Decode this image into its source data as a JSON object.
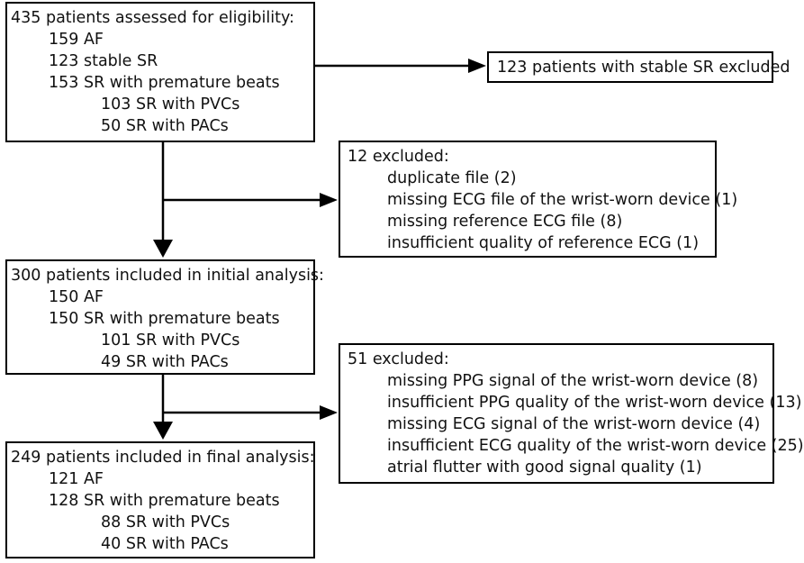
{
  "box1": {
    "title": "435 patients assessed for eligibility:",
    "lines": [
      {
        "text": "159 AF",
        "level": 1
      },
      {
        "text": "123 stable SR",
        "level": 1
      },
      {
        "text": "153 SR with premature beats",
        "level": 1
      },
      {
        "text": "103 SR with PVCs",
        "level": 2
      },
      {
        "text": "50 SR with PACs",
        "level": 2
      }
    ]
  },
  "box_excluded_sr": {
    "title": "123 patients with stable SR excluded"
  },
  "box_excl12": {
    "title": "12 excluded:",
    "lines": [
      "duplicate file (2)",
      "missing ECG file of the wrist-worn device (1)",
      "missing reference  ECG file (8)",
      "insufficient  quality of reference  ECG (1)"
    ]
  },
  "box2": {
    "title": "300 patients included in initial analysis:",
    "lines": [
      {
        "text": "150 AF",
        "level": 1
      },
      {
        "text": "150 SR with premature beats",
        "level": 1
      },
      {
        "text": "101 SR with PVCs",
        "level": 2
      },
      {
        "text": "49 SR with PACs",
        "level": 2
      }
    ]
  },
  "box_excl51": {
    "title": "51 excluded:",
    "lines": [
      "missing PPG signal of the wrist-worn device (8)",
      "insufficient PPG quality of the wrist-worn device (13)",
      "missing ECG signal of the wrist-worn device (4)",
      "insufficient ECG quality of the wrist-worn device (25)",
      "atrial flutter with good signal quality (1)"
    ]
  },
  "box3": {
    "title": "249 patients included in final analysis:",
    "lines": [
      {
        "text": "121 AF",
        "level": 1
      },
      {
        "text": "128 SR with premature beats",
        "level": 1
      },
      {
        "text": "88 SR with PVCs",
        "level": 2
      },
      {
        "text": "40 SR with PACs",
        "level": 2
      }
    ]
  }
}
